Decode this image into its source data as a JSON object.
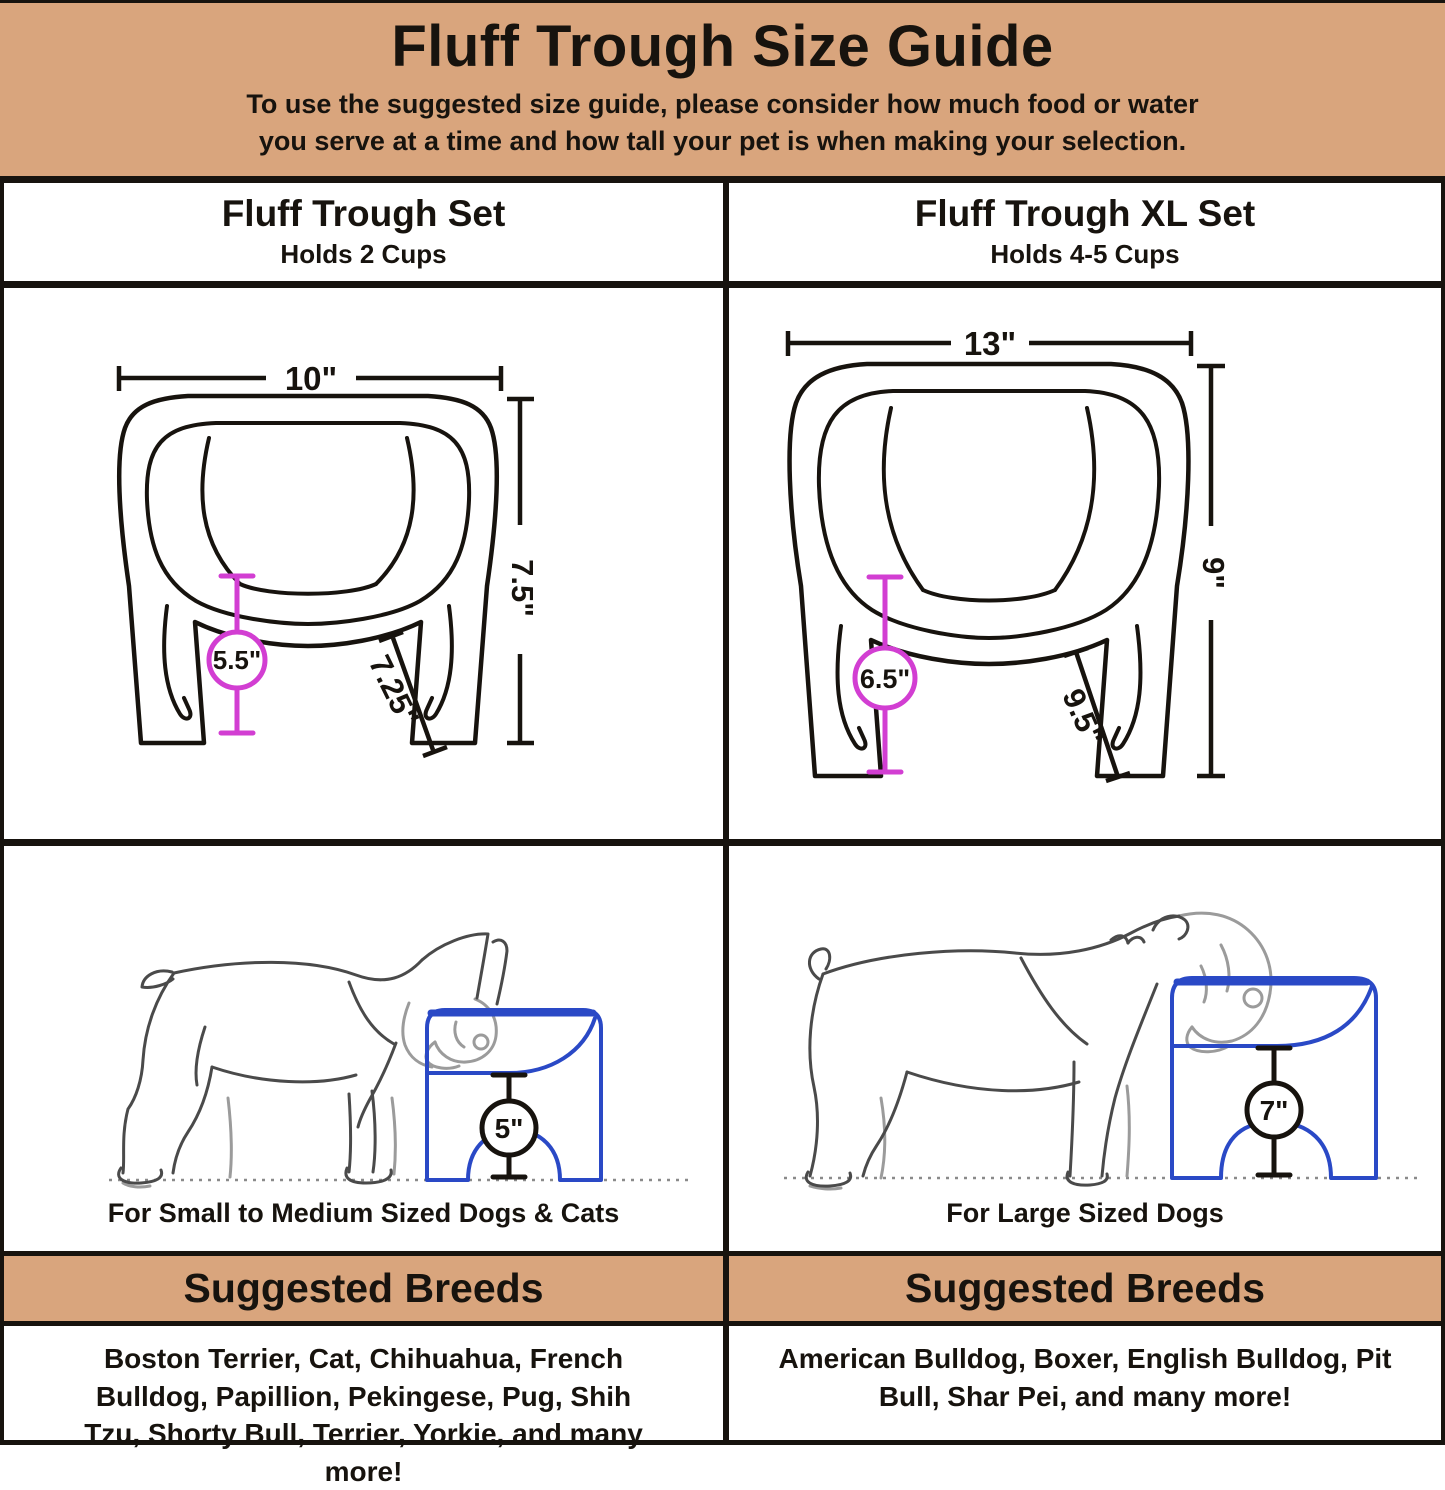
{
  "header": {
    "title": "Fluff Trough Size Guide",
    "subtitle": "To use the suggested size guide, please consider how much food or water you serve at a time and how tall your pet is when making your selection."
  },
  "colors": {
    "banner_tan": "#D9A57D",
    "line_black": "#17130E",
    "measure_magenta": "#D23ED2",
    "trough_blue": "#2A49C6",
    "dog_outline": "#4A4A4A",
    "dog_outline_light": "#9B9B9B"
  },
  "columns": [
    {
      "title": "Fluff Trough Set",
      "capacity": "Holds 2 Cups",
      "dims": {
        "width": "10\"",
        "height": "7.5\"",
        "floor_height": "5.5\"",
        "bowl_depth": "7.25\""
      },
      "fit_height": "5\"",
      "fit_caption": "For Small to Medium Sized Dogs & Cats",
      "breeds_header": "Suggested Breeds",
      "breeds": "Boston Terrier, Cat, Chihuahua, French Bulldog, Papillion, Pekingese, Pug, Shih Tzu, Shorty Bull, Terrier, Yorkie, and many more!"
    },
    {
      "title": "Fluff Trough XL Set",
      "capacity": "Holds 4-5 Cups",
      "dims": {
        "width": "13\"",
        "height": "9\"",
        "floor_height": "6.5\"",
        "bowl_depth": "9.5\""
      },
      "fit_height": "7\"",
      "fit_caption": "For Large Sized Dogs",
      "breeds_header": "Suggested Breeds",
      "breeds": "American Bulldog, Boxer, English Bulldog, Pit Bull, Shar Pei, and many more!"
    }
  ]
}
